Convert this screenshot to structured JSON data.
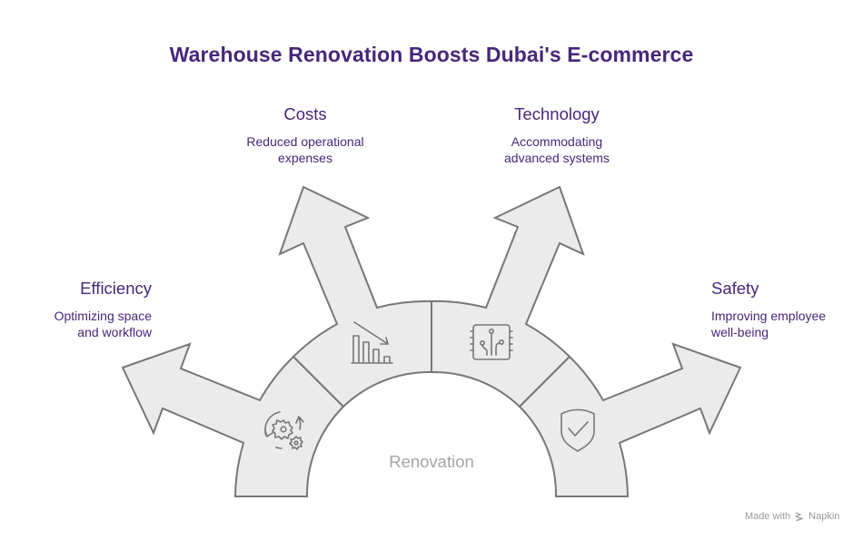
{
  "title": "Warehouse Renovation Boosts Dubai's E-commerce",
  "hub": {
    "label": "Renovation"
  },
  "segments": [
    {
      "id": "efficiency",
      "heading": "Efficiency",
      "desc1": "Optimizing space",
      "desc2": "and workflow",
      "icon": "gears-cycle-icon"
    },
    {
      "id": "costs",
      "heading": "Costs",
      "desc1": "Reduced operational",
      "desc2": "expenses",
      "icon": "declining-bar-chart-icon"
    },
    {
      "id": "technology",
      "heading": "Technology",
      "desc1": "Accommodating",
      "desc2": "advanced systems",
      "icon": "circuit-chip-icon"
    },
    {
      "id": "safety",
      "heading": "Safety",
      "desc1": "Improving employee",
      "desc2": "well-being",
      "icon": "shield-check-icon"
    }
  ],
  "colors": {
    "title": "#46277a",
    "text": "#46277a",
    "shape_fill": "#ebebeb",
    "shape_stroke": "#777777",
    "icon_stroke": "#777777",
    "hub_text": "#a6a6a6"
  },
  "credit": {
    "prefix": "Made with",
    "brand": "Napkin"
  }
}
